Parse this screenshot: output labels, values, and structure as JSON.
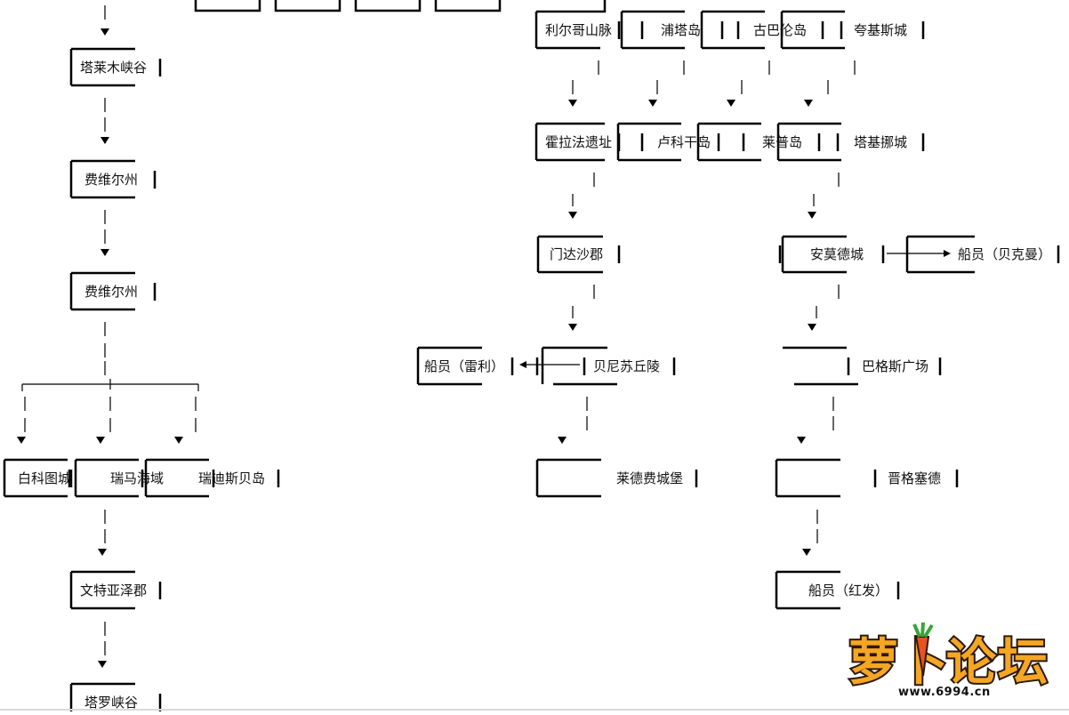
{
  "nodes": {
    "talaimu": "塔莱木峡谷",
    "feiweier1": "费维尔州",
    "feiweier2": "费维尔州",
    "baiketu": "白科图城",
    "ruima": "瑞马海域",
    "ruidisi": "瑞迪斯贝岛",
    "wenteya": "文特亚泽郡",
    "taluo": "塔罗峡谷",
    "lierge": "利尔哥山脉",
    "putadao": "浦塔岛",
    "gubalun": "古巴伦岛",
    "kuajisi": "夸基斯城",
    "huolafa": "霍拉法遗址",
    "lukegan": "卢科干岛",
    "laipudao": "莱普岛",
    "tajinuo": "塔基挪城",
    "mendasha": "门达沙郡",
    "anmode": "安莫德城",
    "chuanyuan_beikeman": "船员（贝克曼）",
    "chuanyuan_leili": "船员（雷利）",
    "beinisu": "贝尼苏丘陵",
    "bagesi": "巴格斯广场",
    "laidefei": "莱德费城堡",
    "jingesaide": "晋格塞德",
    "chuanyuan_hongfa": "船员（红发）"
  },
  "watermark": {
    "logo": "萝卜论坛",
    "url": "www.6994.cn",
    "colors": {
      "fill": "#f5a623",
      "outline": "#2b1a10",
      "carrot": "#e8521f",
      "leaf": "#3aa33a"
    }
  }
}
